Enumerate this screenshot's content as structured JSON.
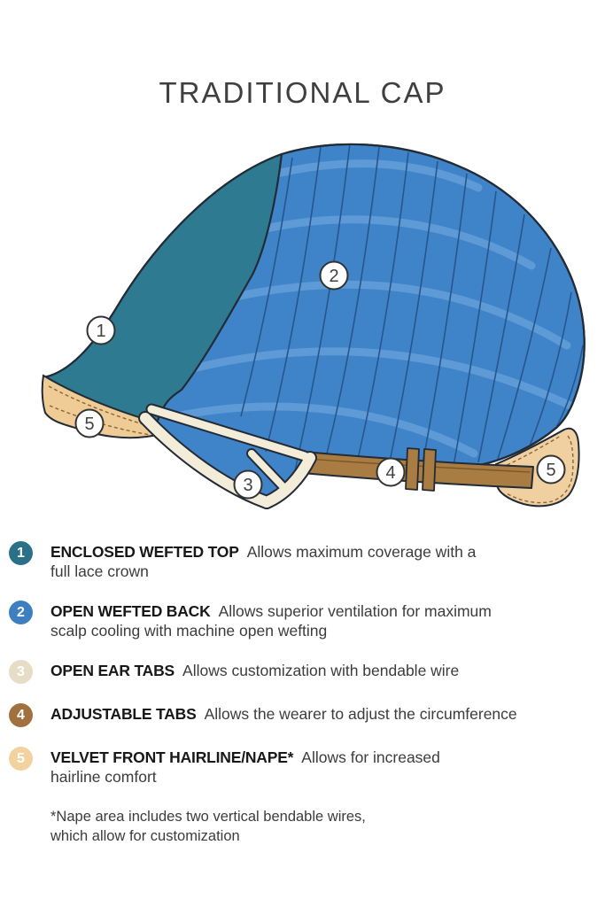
{
  "title": "TRADITIONAL CAP",
  "diagram": {
    "description": "Side view of a wig traditional cap construction with numbered callouts",
    "callouts": [
      {
        "n": "1"
      },
      {
        "n": "2"
      },
      {
        "n": "3"
      },
      {
        "n": "4"
      },
      {
        "n": "5"
      },
      {
        "n": "5"
      }
    ]
  },
  "legend": {
    "items": [
      {
        "number": "1",
        "color": "#2b7089",
        "title": "ENCLOSED WEFTED TOP",
        "description": "Allows maximum coverage with a\nfull lace crown"
      },
      {
        "number": "2",
        "color": "#3d7fc0",
        "title": "OPEN WEFTED BACK",
        "description": "Allows superior ventilation for maximum\nscalp cooling with machine open wefting"
      },
      {
        "number": "3",
        "color": "#e7dcc5",
        "title": "OPEN EAR TABS",
        "description": "Allows customization with bendable wire"
      },
      {
        "number": "4",
        "color": "#a0713f",
        "title": "ADJUSTABLE TABS",
        "description": "Allows the wearer to adjust the circumference"
      },
      {
        "number": "5",
        "color": "#f2d3a0",
        "title": "VELVET FRONT HAIRLINE/NAPE*",
        "description": "Allows for increased\nhairline comfort"
      }
    ],
    "footnote": "*Nape area includes two vertical bendable wires,\n which allow for customization"
  },
  "colors": {
    "front_panel_teal": "#2e7b91",
    "back_panel_blue": "#3f84c8",
    "weft_band_light_blue": "#5d9ad6",
    "weft_line_blue": "#27568c",
    "ear_tab_cream": "#f3ecd9",
    "velvet_tan": "#efcc95",
    "nape_tan": "#f0d0a0",
    "strap_brown": "#a87c42",
    "stitch_brown": "#8a6536",
    "outline_dark": "#222222"
  }
}
